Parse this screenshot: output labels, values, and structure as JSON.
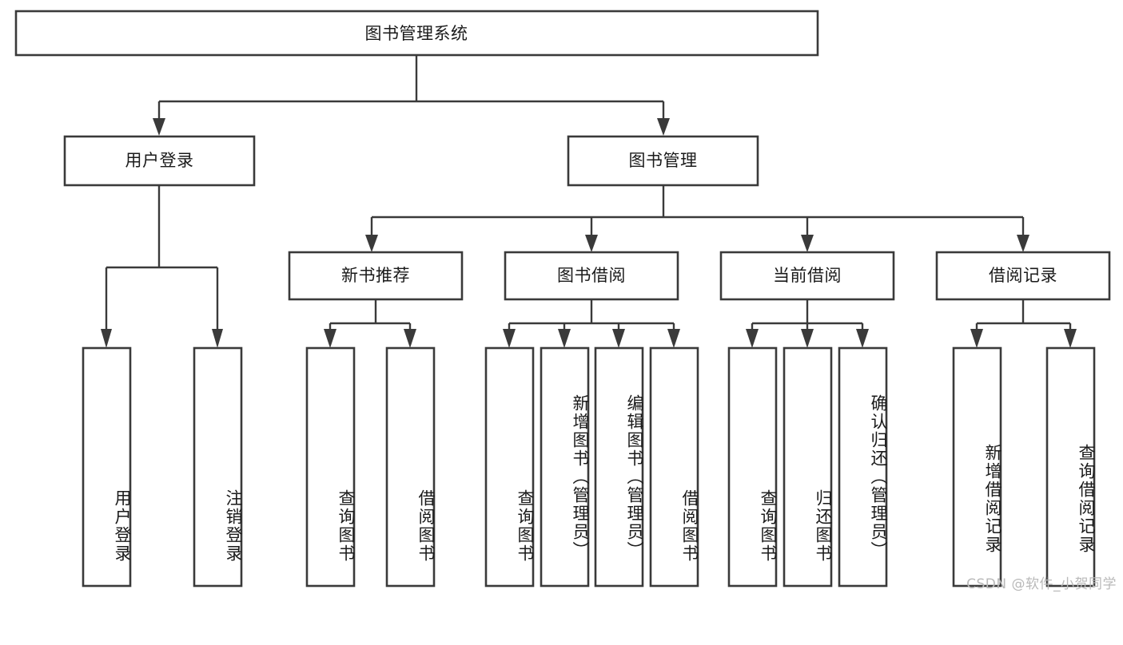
{
  "diagram": {
    "title": "图书管理系统",
    "type": "tree-hierarchy",
    "root": {
      "label": "图书管理系统"
    },
    "level2": [
      {
        "label": "用户登录"
      },
      {
        "label": "图书管理"
      }
    ],
    "level3": [
      {
        "label": "新书推荐"
      },
      {
        "label": "图书借阅"
      },
      {
        "label": "当前借阅"
      },
      {
        "label": "借阅记录"
      }
    ],
    "leaves": {
      "user_login": [
        {
          "label": "用户登录"
        },
        {
          "label": "注销登录"
        }
      ],
      "new_book_recommend": [
        {
          "label": "查询图书"
        },
        {
          "label": "借阅图书"
        }
      ],
      "book_borrow": [
        {
          "label": "查询图书"
        },
        {
          "label": "新增图书（管理员）"
        },
        {
          "label": "编辑图书（管理员）"
        },
        {
          "label": "借阅图书"
        }
      ],
      "current_borrow": [
        {
          "label": "查询图书"
        },
        {
          "label": "归还图书"
        },
        {
          "label": "确认归还（管理员）"
        }
      ],
      "borrow_records": [
        {
          "label": "新增借阅记录"
        },
        {
          "label": "查询借阅记录"
        }
      ]
    }
  },
  "watermark": {
    "text": "CSDN @软件_小贺同学"
  },
  "colors": {
    "stroke": "#3a3a3a",
    "box_fill": "#ffffff",
    "text": "#1a1a1a",
    "watermark": "#b9b9b9",
    "background": "#ffffff"
  }
}
